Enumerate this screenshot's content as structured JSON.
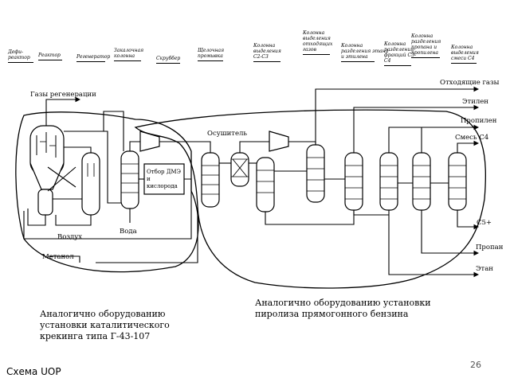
{
  "equipment_headers": [
    {
      "id": "hdr-deethanizer",
      "text": "Дефи-\nреактор"
    },
    {
      "id": "hdr-reactor",
      "text": "Реактор"
    },
    {
      "id": "hdr-regenerator",
      "text": "Регенератор"
    },
    {
      "id": "hdr-quench",
      "text": "Закалочная\nколонна"
    },
    {
      "id": "hdr-scrubber",
      "text": "Скруббер"
    },
    {
      "id": "hdr-alkali-wash",
      "text": "Щелочная\nпромывка"
    },
    {
      "id": "hdr-c2c3-col",
      "text": "Колонна\nвыделения\nС2-С3"
    },
    {
      "id": "hdr-offgas-col",
      "text": "Колонна\nвыделения\nотходящих\nгазов"
    },
    {
      "id": "hdr-ethane-ethylene",
      "text": "Колонна\nразделения этана\nи этилена"
    },
    {
      "id": "hdr-c3-fraction",
      "text": "Колонна\nразделения\nфракций С3-\nС4"
    },
    {
      "id": "hdr-propane-propylene",
      "text": "Колонна\nразделения\nпропана и\nпропилена"
    },
    {
      "id": "hdr-c4-mix",
      "text": "Колонна\nвыделения\nсмеси С4"
    }
  ],
  "stream_labels": {
    "regen_gases": "Газы регенерации",
    "offgas": "Отходящие газы",
    "ethylene": "Этилен",
    "propylene": "Пропилен",
    "c4_mix": "Смесь С4",
    "c5_plus": "С5+",
    "propane": "Пропан",
    "ethane": "Этан",
    "air": "Воздух",
    "water": "Вода",
    "methanol": "Метанол",
    "dryer": "Осушитель",
    "dme_box": "Отбор ДМЭ\nи\nкислорода"
  },
  "notes": {
    "left": "Аналогично оборудованию\nустановки каталитического\nкрекинга типа Г-43-107",
    "right": "Аналогично оборудованию установки\nпиролиза прямогонного бензина"
  },
  "footer": {
    "title": "Схема UOP",
    "page_number": "26"
  },
  "colors": {
    "line": "#000000",
    "background": "#ffffff"
  }
}
